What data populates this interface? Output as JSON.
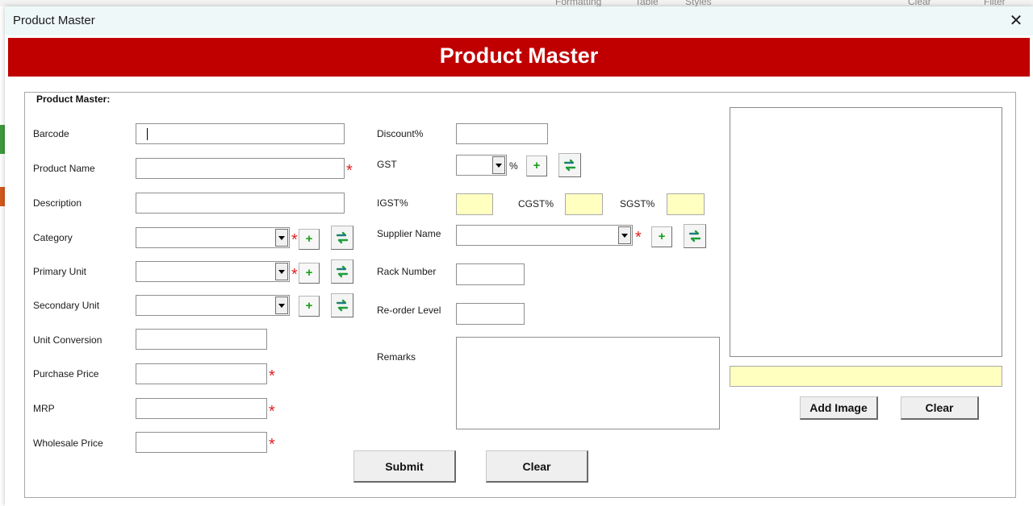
{
  "bg_ribbon": {
    "items": [
      "Formatting",
      "Table",
      "Styles",
      "Clear",
      "Filter"
    ]
  },
  "window": {
    "title": "Product Master",
    "close_glyph": "✕"
  },
  "banner": {
    "title": "Product Master"
  },
  "frame": {
    "legend": "Product Master:"
  },
  "left_fields": {
    "barcode": {
      "label": "Barcode",
      "value": ""
    },
    "product_name": {
      "label": "Product Name",
      "value": ""
    },
    "description": {
      "label": "Description",
      "value": ""
    },
    "category": {
      "label": "Category",
      "value": ""
    },
    "primary_unit": {
      "label": "Primary Unit",
      "value": ""
    },
    "secondary_unit": {
      "label": "Secondary Unit",
      "value": ""
    },
    "unit_conversion": {
      "label": "Unit Conversion",
      "value": ""
    },
    "purchase_price": {
      "label": "Purchase Price",
      "value": ""
    },
    "mrp": {
      "label": "MRP",
      "value": ""
    },
    "wholesale_price": {
      "label": "Wholesale Price",
      "value": ""
    }
  },
  "middle_fields": {
    "discount": {
      "label": "Discount%",
      "value": ""
    },
    "gst": {
      "label": "GST",
      "value": "",
      "suffix": "%"
    },
    "igst": {
      "label": "IGST%",
      "value": ""
    },
    "cgst": {
      "label": "CGST%",
      "value": ""
    },
    "sgst": {
      "label": "SGST%",
      "value": ""
    },
    "supplier_name": {
      "label": "Supplier Name",
      "value": ""
    },
    "rack_number": {
      "label": "Rack Number",
      "value": ""
    },
    "reorder_level": {
      "label": "Re-order Level",
      "value": ""
    },
    "remarks": {
      "label": "Remarks",
      "value": ""
    }
  },
  "glyphs": {
    "required": "*",
    "add": "+"
  },
  "image_panel": {
    "path": "",
    "add_image_label": "Add Image",
    "clear_label": "Clear"
  },
  "actions": {
    "submit_label": "Submit",
    "clear_label": "Clear"
  },
  "colors": {
    "banner": "#c00000",
    "required": "#e02020",
    "readonly_field": "#ffffc0",
    "add_icon": "#19a019",
    "refresh_green": "#1e9e3a",
    "refresh_blue": "#1f5fbf"
  }
}
